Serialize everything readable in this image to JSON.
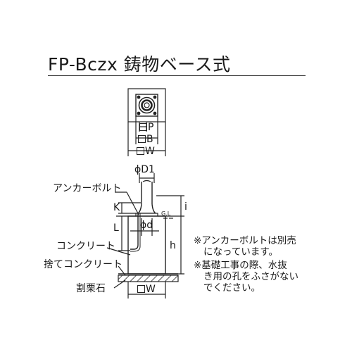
{
  "title": "FP-Bczx 鋳物ベース式",
  "labels": {
    "p": "P",
    "b": "B",
    "w_top": "W",
    "d1": "ϕD1",
    "anchor_bolt": "アンカーボルト",
    "k": "K",
    "gl": "G.L",
    "d": "ϕd",
    "l": "L",
    "h": "h",
    "concrete": "コンクリート",
    "binding_concrete": "捨てコンクリート",
    "gravel": "割栗石",
    "w_bottom": "W"
  },
  "notes": {
    "note1_line1": "※アンカーボルトは別売",
    "note1_line2": "になっています。",
    "note2_line1": "※基礎工事の際、水抜",
    "note2_line2": "き用の孔をふさがない",
    "note2_line3": "でください。"
  }
}
